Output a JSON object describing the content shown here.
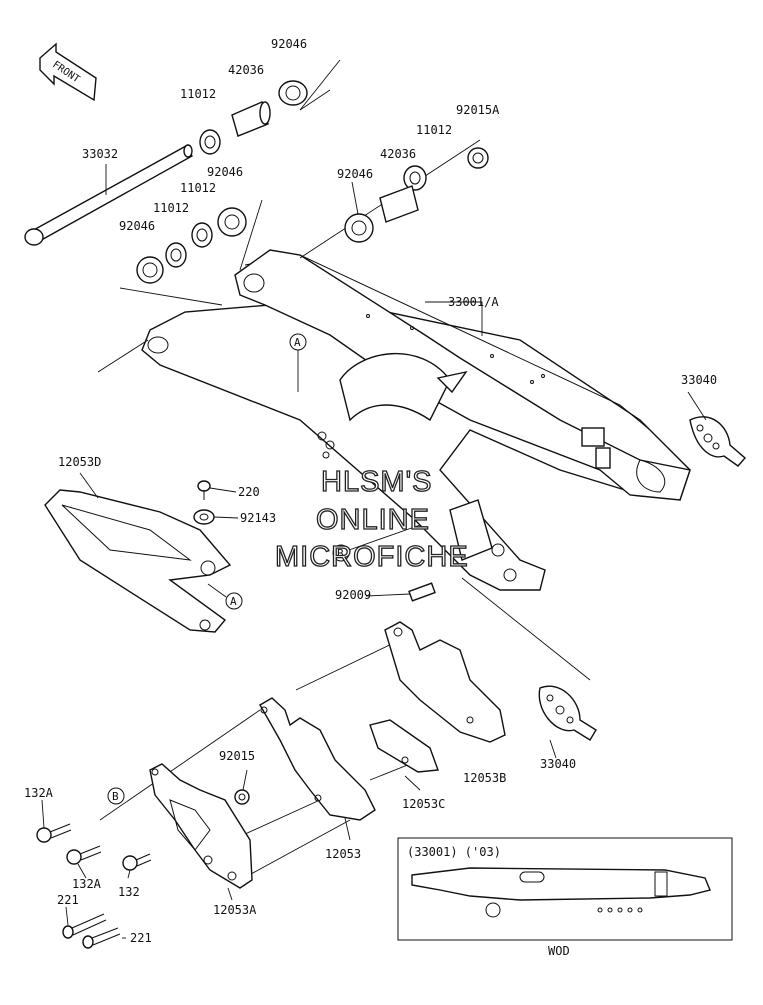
{
  "front_label": "FRONT",
  "part_numbers": {
    "p92046_top": "92046",
    "p42036_top": "42036",
    "p11012_top": "11012",
    "p92015A": "92015A",
    "p11012_right": "11012",
    "p42036_right": "42036",
    "p92046_right": "92046",
    "p33032": "33032",
    "p92046_left": "92046",
    "p11012_left_a": "11012",
    "p11012_left_b": "11012",
    "p92046_left_b": "92046",
    "p33001A": "33001/A",
    "p33040_top": "33040",
    "p12053D": "12053D",
    "p220": "220",
    "p92143": "92143",
    "p92009": "92009",
    "p92015": "92015",
    "p33040_bottom": "33040",
    "p12053B": "12053B",
    "p12053C": "12053C",
    "p12053": "12053",
    "p12053A": "12053A",
    "p132A_top": "132A",
    "p132A_bottom": "132A",
    "p132": "132",
    "p221_left": "221",
    "p221_bottom": "221"
  },
  "markers": {
    "a_upper": "A",
    "a_lower": "A",
    "b_upper": "B",
    "b_lower": "B"
  },
  "watermark": {
    "line1": "HLSM'S",
    "line2": "ONLINE",
    "line3": "MICROFICHE"
  },
  "inset": {
    "title": "(33001) ('03)",
    "caption": "WOD"
  }
}
